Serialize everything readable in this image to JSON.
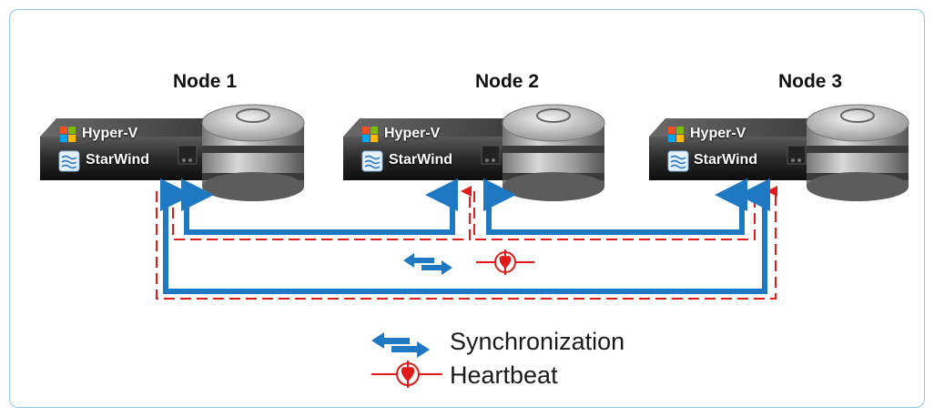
{
  "nodes": [
    {
      "title": "Node 1",
      "hypervisor_label": "Hyper-V",
      "storage_label": "StarWind"
    },
    {
      "title": "Node 2",
      "hypervisor_label": "Hyper-V",
      "storage_label": "StarWind"
    },
    {
      "title": "Node 3",
      "hypervisor_label": "Hyper-V",
      "storage_label": "StarWind"
    }
  ],
  "legend": {
    "synchronization": "Synchronization",
    "heartbeat": "Heartbeat"
  },
  "colors": {
    "sync": "#1f78c2",
    "heartbeat": "#e01b1b",
    "border": "#8ec6e6"
  },
  "icons": [
    "windows-logo-icon",
    "starwind-logo-icon",
    "disk-stack-icon",
    "sync-arrows-icon",
    "heartbeat-icon"
  ]
}
